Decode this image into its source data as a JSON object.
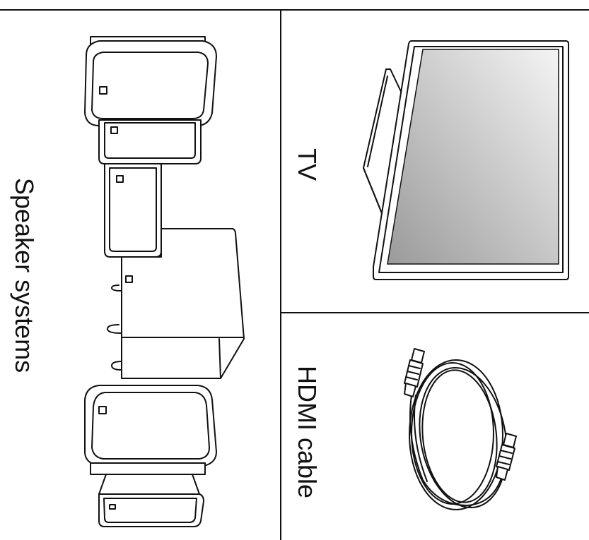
{
  "panels": {
    "speaker_systems": {
      "label": "Speaker systems",
      "icon": "speaker-systems-illustration"
    },
    "tv": {
      "label": "TV",
      "icon": "tv-illustration"
    },
    "hdmi_cable": {
      "label": "HDMI cable",
      "icon": "hdmi-cable-illustration"
    }
  },
  "colors": {
    "line": "#111111",
    "background": "#ffffff",
    "screen_dark": "#9a9a9a",
    "screen_light": "#f4f4f4"
  }
}
